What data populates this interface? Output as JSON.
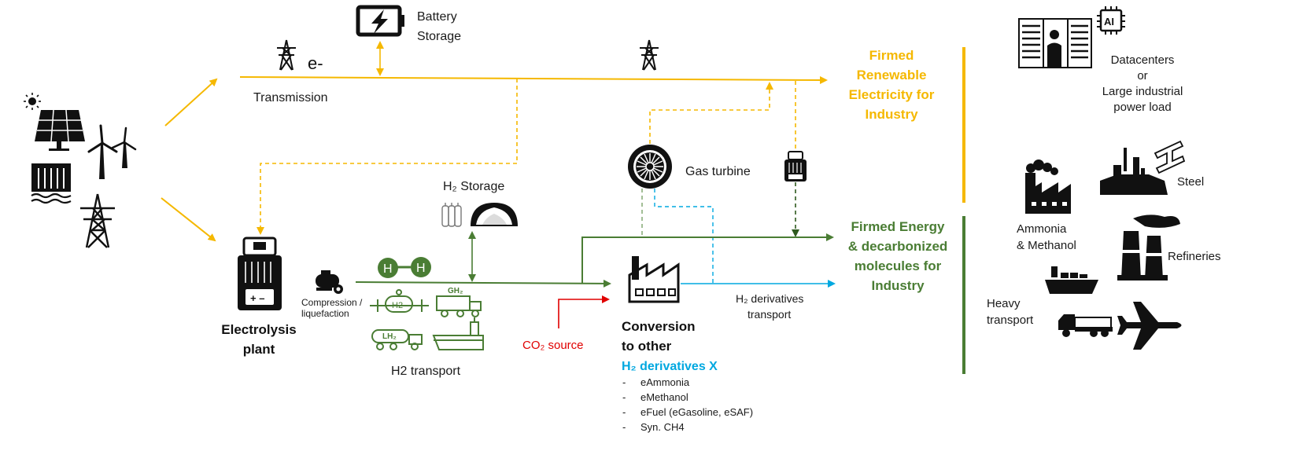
{
  "labels": {
    "battery_line1": "Battery",
    "battery_line2": "Storage",
    "electron": "e-",
    "transmission": "Transmission",
    "firmed_elec_1": "Firmed",
    "firmed_elec_2": "Renewable",
    "firmed_elec_3": "Electricity for",
    "firmed_elec_4": "Industry",
    "gas_turbine": "Gas turbine",
    "h2_storage": "H₂ Storage",
    "h_atom": "H",
    "gh2": "GH₂",
    "lh2": "LH₂",
    "h2_tank": "H2",
    "compression_1": "Compression /",
    "compression_2": "liquefaction",
    "electrolysis_1": "Electrolysis",
    "electrolysis_2": "plant",
    "h2_transport": "H2 transport",
    "co2_source": "CO₂ source",
    "conversion_1": "Conversion",
    "conversion_2": "to other",
    "h2_derivatives": "H₂ derivatives X",
    "derivatives_list": [
      "eAmmonia",
      "eMethanol",
      "eFuel (eGasoline, eSAF)",
      "Syn. CH4"
    ],
    "derivatives_transport_1": "H₂ derivatives",
    "derivatives_transport_2": "transport",
    "firmed_energy_1": "Firmed Energy",
    "firmed_energy_2": "& decarbonized",
    "firmed_energy_3": "molecules for",
    "firmed_energy_4": "Industry",
    "datacenters_1": "Datacenters",
    "datacenters_2": "or",
    "datacenters_3": "Large industrial",
    "datacenters_4": "power load",
    "ai_chip": "AI",
    "steel": "Steel",
    "ammonia_1": "Ammonia",
    "ammonia_2": "& Methanol",
    "refineries": "Refineries",
    "heavy_1": "Heavy",
    "heavy_2": "transport"
  },
  "colors": {
    "electricity": "#f5b800",
    "molecules": "#4a7d34",
    "derivatives": "#00a8e0",
    "co2": "#e00000",
    "icon": "#111111"
  }
}
